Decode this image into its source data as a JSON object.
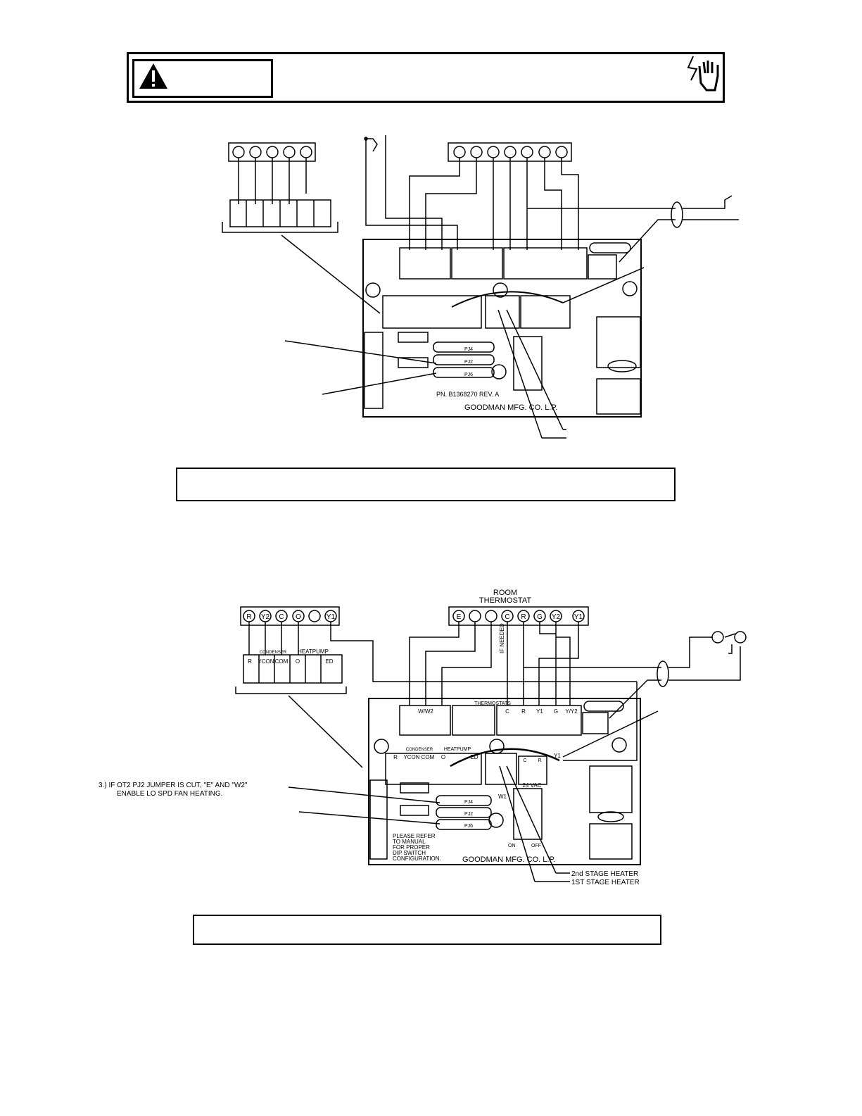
{
  "diagram_top": {
    "pcb_part_number": "PN. B1368270 REV. A",
    "pcb_maker": "GOODMAN MFG. CO. L.P.",
    "jumpers": [
      "PJ4",
      "PJ2",
      "PJ6"
    ]
  },
  "diagram_bottom": {
    "thermostat_title_line1": "ROOM",
    "thermostat_title_line2": "THERMOSTAT",
    "thermostat_terminals": [
      "E",
      "",
      "",
      "C",
      "R",
      "G",
      "Y2",
      "Y1"
    ],
    "if_needed": "IF NEEDED",
    "outdoor_terminals": [
      "R",
      "Y2",
      "C",
      "O",
      "",
      "Y1"
    ],
    "plug_groups": {
      "condenser": "CONDENSER",
      "heatpump": "HEATPUMP"
    },
    "plug_pins": [
      "R",
      "YCON",
      "COM",
      "O",
      "",
      "ED"
    ],
    "thermostats_label": "THERMOSTATS",
    "board_pins": [
      "W/W2",
      "",
      "",
      "",
      "",
      "C",
      "R",
      "Y1",
      "G",
      "Y/Y2"
    ],
    "hp_pins": [
      "R",
      "YCON",
      "COM",
      "O",
      "",
      "ED"
    ],
    "y1_label": "Y1",
    "vac_label": "24 VAC",
    "vac_c": "C",
    "vac_r": "R",
    "jumpers": [
      "PJ4",
      "PJ2",
      "PJ6"
    ],
    "note_jumper": "3.) IF OT2 PJ2 JUMPER IS CUT, \"E\" AND \"W2\"",
    "note_jumper_line2": "ENABLE LO SPD FAN HEATING.",
    "refer_note": [
      "PLEASE REFER",
      "TO MANUAL",
      "FOR PROPER",
      "DIP SWITCH",
      "CONFIGURATION."
    ],
    "pcb_maker": "GOODMAN MFG. CO. L.P.",
    "stage2": "2nd STAGE HEATER",
    "stage1": "1ST STAGE HEATER",
    "w1_label": "W1",
    "on_label": "ON",
    "off_label": "OFF"
  }
}
